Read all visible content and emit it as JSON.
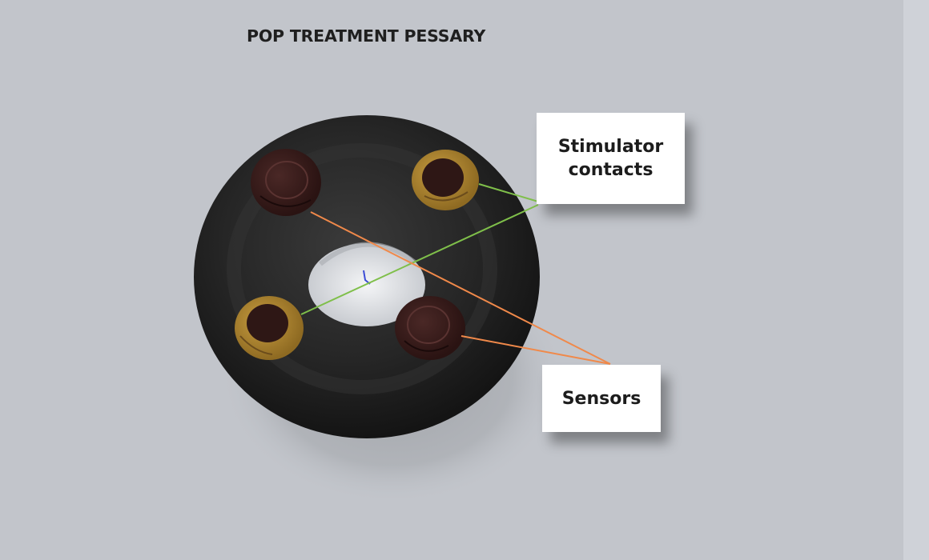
{
  "title": "POP TREATMENT PESSARY",
  "labels": {
    "stimulator": "Stimulator contacts",
    "sensors": "Sensors"
  },
  "colors": {
    "background": "#c2c5cb",
    "pessary": "#222222",
    "stimulator_contact": "#b4892f",
    "sensor": "#3a1d1c",
    "stimulator_line": "#7fbf4a",
    "sensor_line": "#f0894a"
  }
}
